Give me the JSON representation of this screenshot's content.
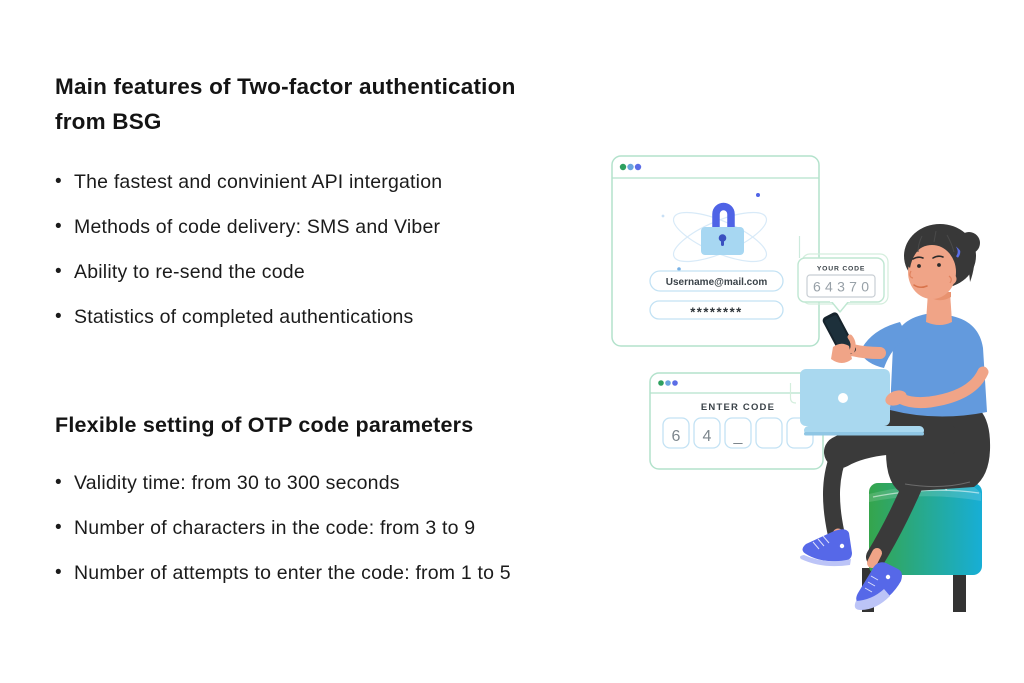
{
  "colors": {
    "background": "#ffffff",
    "text": "#161616",
    "window_border": "#b3e2cc",
    "dot_green": "#2da05f",
    "dot_lightblue": "#6aa5de",
    "dot_blue": "#5b6de6",
    "field_border": "#c3e2f4",
    "lock_shackle": "#4f63e6",
    "lock_body": "#a7d7f2",
    "lock_keyhole": "#3a50c0",
    "popup_border": "#bfe7d2",
    "code_box_border": "#c8ced4",
    "code_text": "#98a1a8",
    "laptop": "#a9d8ef",
    "shirt": "#639add",
    "skin": "#f0a487",
    "hair": "#383838",
    "pants": "#3a3a3a",
    "stool_green": "#35a54c",
    "stool_teal": "#17aed6",
    "sneaker_blue": "#5668e8",
    "sneaker_sole": "#bcc4f7",
    "phone": "#16232c"
  },
  "sections": {
    "features": {
      "title_line1": "Main features of Two-factor authentication",
      "title_line2": "from BSG",
      "items": [
        "The fastest and convinient API intergation",
        "Methods of code delivery: SMS and Viber",
        "Ability to re-send the code",
        "Statistics of completed authentications"
      ]
    },
    "otp": {
      "title": "Flexible setting of OTP code parameters",
      "items": [
        "Validity time: from 30 to 300 seconds",
        "Number of characters in the code: from 3 to 9",
        "Number of attempts to enter the code: from 1 to 5"
      ]
    }
  },
  "illustration": {
    "login_window": {
      "username_value": "Username@mail.com",
      "password_value": "********"
    },
    "code_popup": {
      "label": "YOUR CODE",
      "code": "64370"
    },
    "otp_window": {
      "label": "ENTER CODE",
      "cells": [
        "6",
        "4",
        "_",
        "",
        ""
      ]
    }
  }
}
